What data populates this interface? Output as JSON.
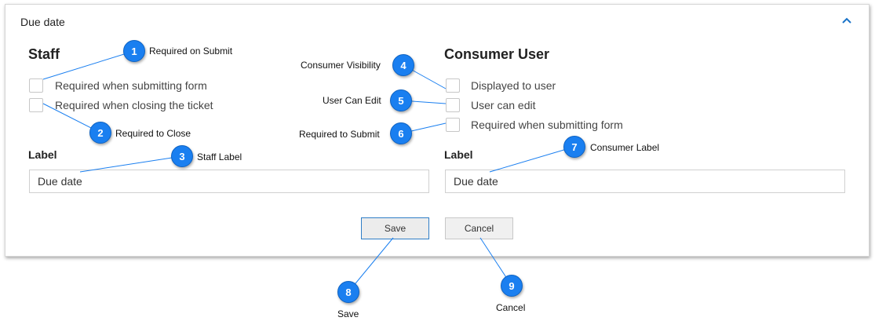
{
  "panel": {
    "title": "Due date"
  },
  "staff": {
    "title": "Staff",
    "required_submit_label": "Required when submitting form",
    "required_close_label": "Required when closing the ticket",
    "label_title": "Label",
    "label_value": "Due date"
  },
  "consumer": {
    "title": "Consumer User",
    "displayed_label": "Displayed to user",
    "can_edit_label": "User can edit",
    "required_submit_label": "Required when submitting form",
    "label_title": "Label",
    "label_value": "Due date"
  },
  "buttons": {
    "save": "Save",
    "cancel": "Cancel"
  },
  "callouts": [
    {
      "num": "1",
      "text": "Required on Submit"
    },
    {
      "num": "2",
      "text": "Required to Close"
    },
    {
      "num": "3",
      "text": "Staff Label"
    },
    {
      "num": "4",
      "text": "Consumer Visibility"
    },
    {
      "num": "5",
      "text": "User Can Edit"
    },
    {
      "num": "6",
      "text": "Required to Submit"
    },
    {
      "num": "7",
      "text": "Consumer Label"
    },
    {
      "num": "8",
      "text": "Save"
    },
    {
      "num": "9",
      "text": "Cancel"
    }
  ]
}
